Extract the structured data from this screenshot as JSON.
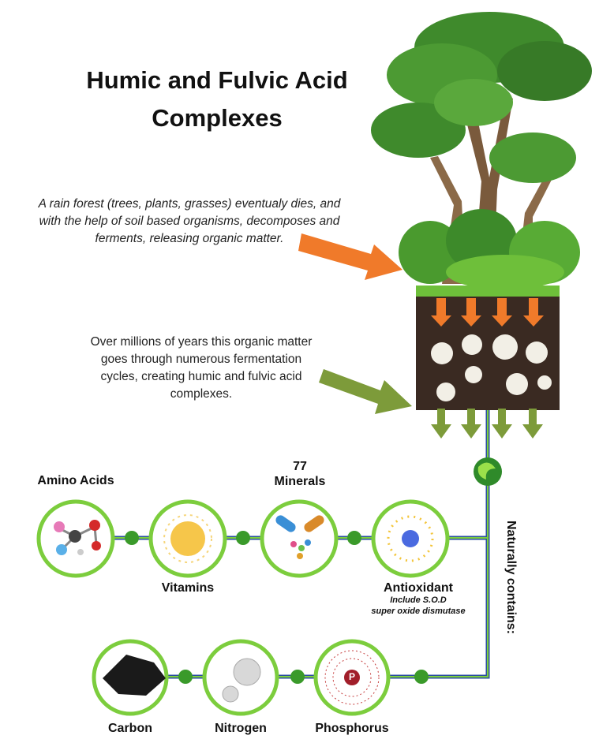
{
  "title": {
    "line1": "Humic and Fulvic Acid",
    "line2": "Complexes"
  },
  "captions": {
    "rainforest": [
      "A rain forest (trees, plants, grasses) eventualy dies, and",
      "with the help of soil based organisms, decomposes and",
      "ferments, releasing organic matter."
    ],
    "fermentation": [
      "Over millions of years this organic matter",
      "goes through numerous fermentation",
      "cycles, creating humic and fulvic acid",
      "complexes."
    ]
  },
  "naturally_contains": "Naturally contains:",
  "nutrients_row1": [
    {
      "label": "Amino Acids",
      "icon": "amino-acid-molecule-icon"
    },
    {
      "label": "Vitamins",
      "icon": "vitamin-orb-icon"
    },
    {
      "label_line1": "77",
      "label_line2": "Minerals",
      "icon": "mineral-capsules-icon"
    },
    {
      "label": "Antioxidant",
      "sub1": "Include S.O.D",
      "sub2": "super oxide dismutase",
      "icon": "antioxidant-icon"
    }
  ],
  "nutrients_row2": [
    {
      "label": "Carbon",
      "icon": "carbon-rock-icon"
    },
    {
      "label": "Nitrogen",
      "icon": "nitrogen-bubbles-icon"
    },
    {
      "label": "Phosphorus",
      "icon": "phosphorus-atom-icon",
      "symbol": "P"
    }
  ],
  "colors": {
    "ring": "#7ccd3d",
    "arrow_orange": "#f07a2a",
    "arrow_green": "#7d9b3a",
    "soil": "#3a2a22",
    "connector_blue": "#2a4ea0"
  }
}
